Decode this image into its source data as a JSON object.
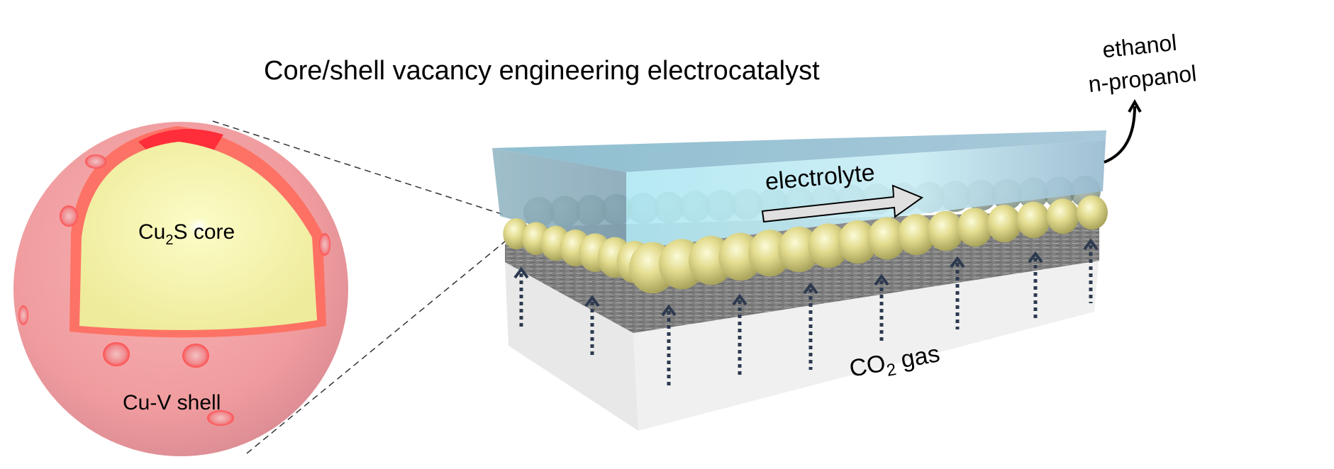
{
  "title": "Core/shell vacancy engineering electrocatalyst",
  "particle": {
    "core_label_prefix": "Cu",
    "core_label_sub": "2",
    "core_label_suffix": "S core",
    "shell_label": "Cu-V shell"
  },
  "electrode": {
    "electrolyte_label": "electrolyte",
    "gas_label_prefix": "CO",
    "gas_label_sub": "2",
    "gas_label_suffix": " gas"
  },
  "products": {
    "line1": "ethanol",
    "line2": "n-propanol"
  },
  "colors": {
    "shell": "#f2a0a3",
    "shell_edge": "#ff3b3b",
    "core": "#f7f5a8",
    "electrolyte": "#9fd6e6",
    "catalyst_bead": "#d8d28a",
    "gas_diffusion_layer": "#8a8a8a",
    "base": "#eeeeee",
    "gas_arrow": "#2d3a4f"
  }
}
